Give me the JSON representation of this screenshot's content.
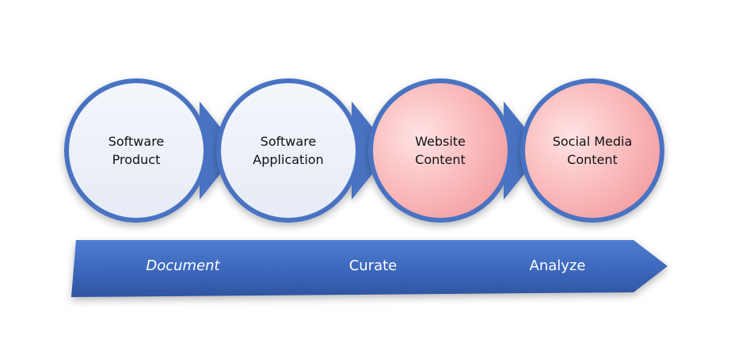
{
  "nodes": [
    {
      "line1": "Software",
      "line2": "Product",
      "highlight": false
    },
    {
      "line1": "Software",
      "line2": "Application",
      "highlight": false
    },
    {
      "line1": "Website",
      "line2": "Content",
      "highlight": true
    },
    {
      "line1": "Social Media",
      "line2": "Content",
      "highlight": true
    }
  ],
  "stages": [
    {
      "label": "Document"
    },
    {
      "label": "Curate"
    },
    {
      "label": "Analyze"
    }
  ],
  "colors": {
    "ring": "#4a73c2",
    "ring_dark": "#2f56a5",
    "fill_light": "#eef1f8",
    "fill_pink": "#f7a9ab",
    "arrow_band": "#3d68bd",
    "text_dark": "#111111",
    "text_light": "#ffffff"
  }
}
